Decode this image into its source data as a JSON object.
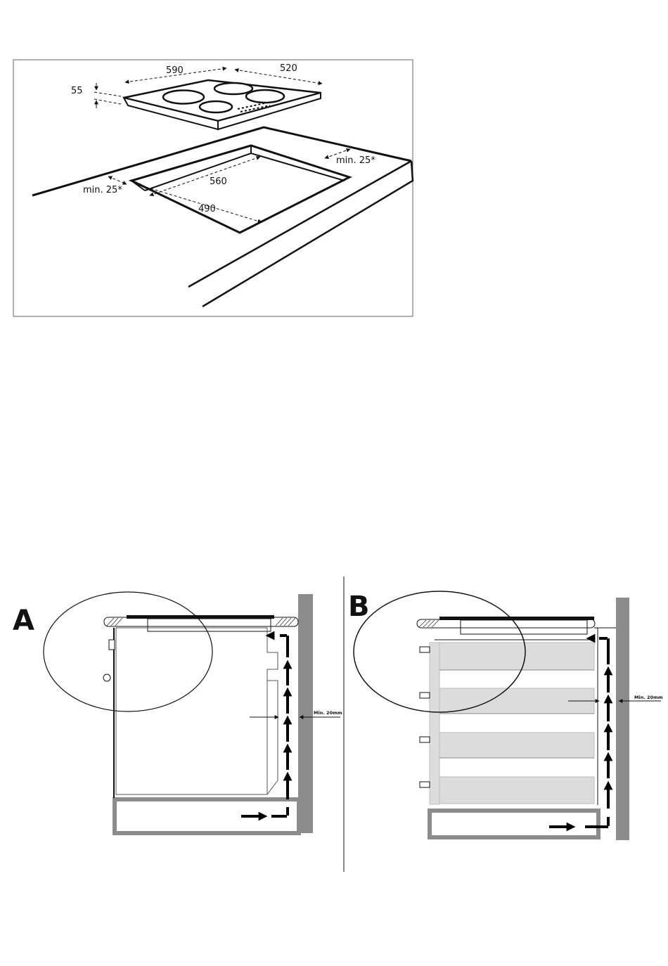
{
  "top_figure": {
    "dims": {
      "width": "590",
      "depth": "520",
      "height": "55",
      "cutout_width": "560",
      "cutout_depth": "490",
      "min_back": "min. 25*",
      "min_side": "min. 25*"
    }
  },
  "figure_a": {
    "label": "A",
    "gap_label": "Min. 20mm"
  },
  "figure_b": {
    "label": "B",
    "gap_label": "Min. 20mm"
  },
  "colors": {
    "wall_gray": "#8c8c8c",
    "drawer_gray": "#dcdcdc",
    "line": "#111111"
  }
}
